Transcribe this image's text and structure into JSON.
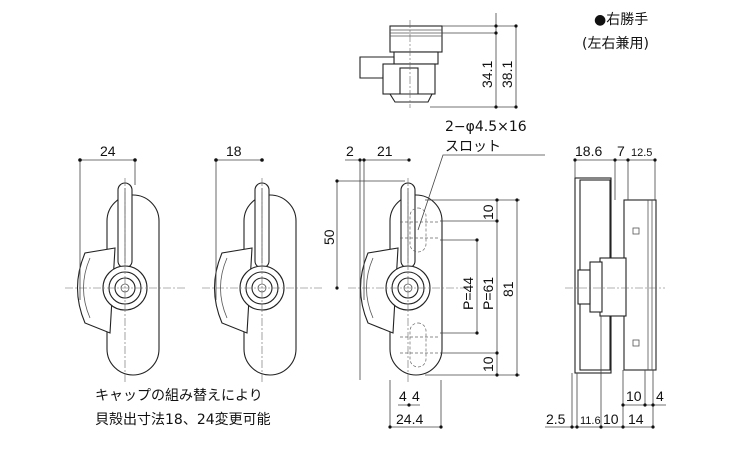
{
  "title": {
    "bullet": "●",
    "hand": "右勝手",
    "note": "(左右兼用)"
  },
  "top_view": {
    "dim_a": "34.1",
    "dim_b": "38.1"
  },
  "slot_note": {
    "spec": "2−φ4.5×16",
    "label": "スロット"
  },
  "view1": {
    "width": "24"
  },
  "view2": {
    "width": "18"
  },
  "front_view": {
    "offset": "2",
    "lever": "21",
    "height": "50",
    "top_margin": "10",
    "pitch_a": "P=44",
    "pitch_b": "P=61",
    "total": "81",
    "bottom_margin": "10",
    "half_l": "4",
    "half_r": "4",
    "plate_width": "24.4"
  },
  "side_view": {
    "top_a": "18.6",
    "top_b": "7",
    "top_c": "12.5",
    "mid_a": "10",
    "mid_b": "4",
    "bot_a": "2.5",
    "bot_b": "11.6",
    "bot_c": "10",
    "bot_d": "14"
  },
  "caption": {
    "line1": "キャップの組み替えにより",
    "line2": "貝殻出寸法18、24変更可能"
  }
}
